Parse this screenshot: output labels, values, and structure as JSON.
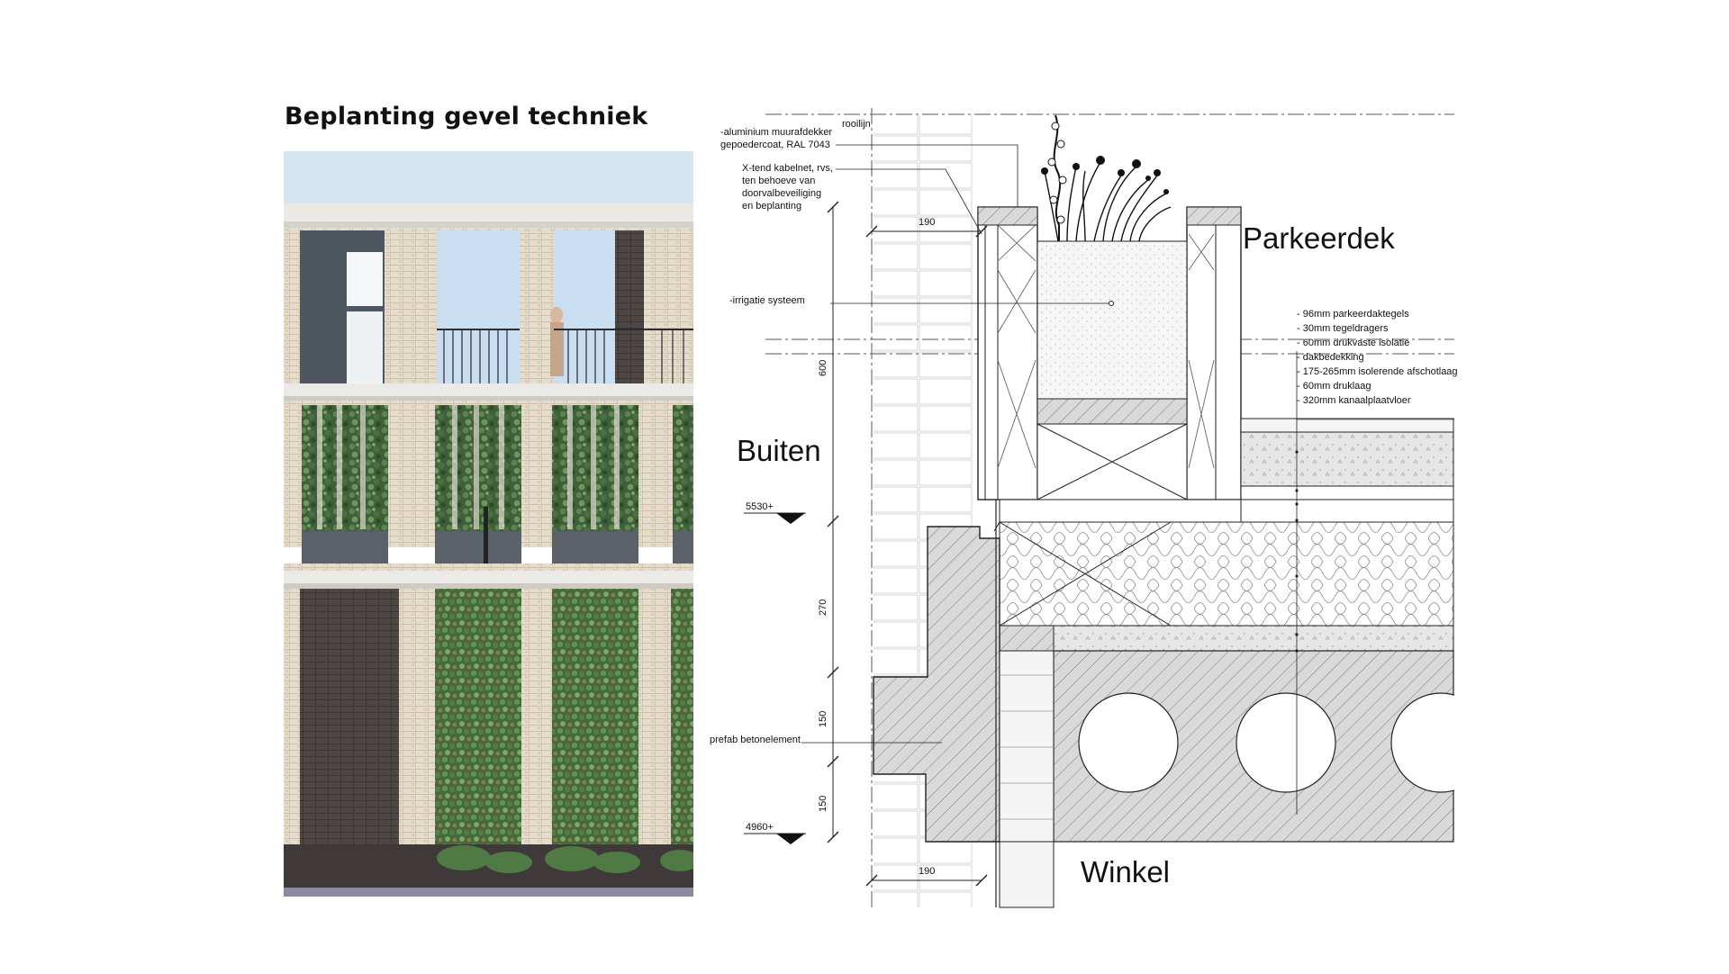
{
  "title": "Beplanting gevel techniek",
  "render": {
    "sky_color": "#cfe3ef",
    "brick_light": "#e3d8c6",
    "brick_dark": "#4c4541",
    "ivy_color": "#46683f",
    "planter_color": "#5b6168"
  },
  "section": {
    "rooilijn": "rooilijn",
    "areas": {
      "parkeerdek": "Parkeerdek",
      "buiten": "Buiten",
      "winkel": "Winkel"
    },
    "annotations": {
      "muurafdekker_1": "-aluminium muurafdekker",
      "muurafdekker_2": "gepoedercoat, RAL 7043",
      "kabelnet_1": "X-tend kabelnet, rvs,",
      "kabelnet_2": "ten behoeve van",
      "kabelnet_3": "doorvalbeveiliging",
      "kabelnet_4": "en beplanting",
      "irrigatie": "-irrigatie systeem",
      "prefab": "prefab betonelement"
    },
    "layers": [
      "- 96mm parkeerdaktegels",
      "- 30mm tegeldragers",
      "- 60mm drukvaste isolatie",
      "- dakbedekking",
      "- 175-265mm isolerende afschotlaag",
      "- 60mm druklaag",
      "- 320mm kanaalplaatvloer"
    ],
    "levels": {
      "upper": "5530+",
      "lower": "4960+"
    },
    "dimensions": {
      "width_top": "190",
      "width_bottom": "190",
      "h600": "600",
      "h270": "270",
      "h150a": "150",
      "h150b": "150"
    }
  }
}
